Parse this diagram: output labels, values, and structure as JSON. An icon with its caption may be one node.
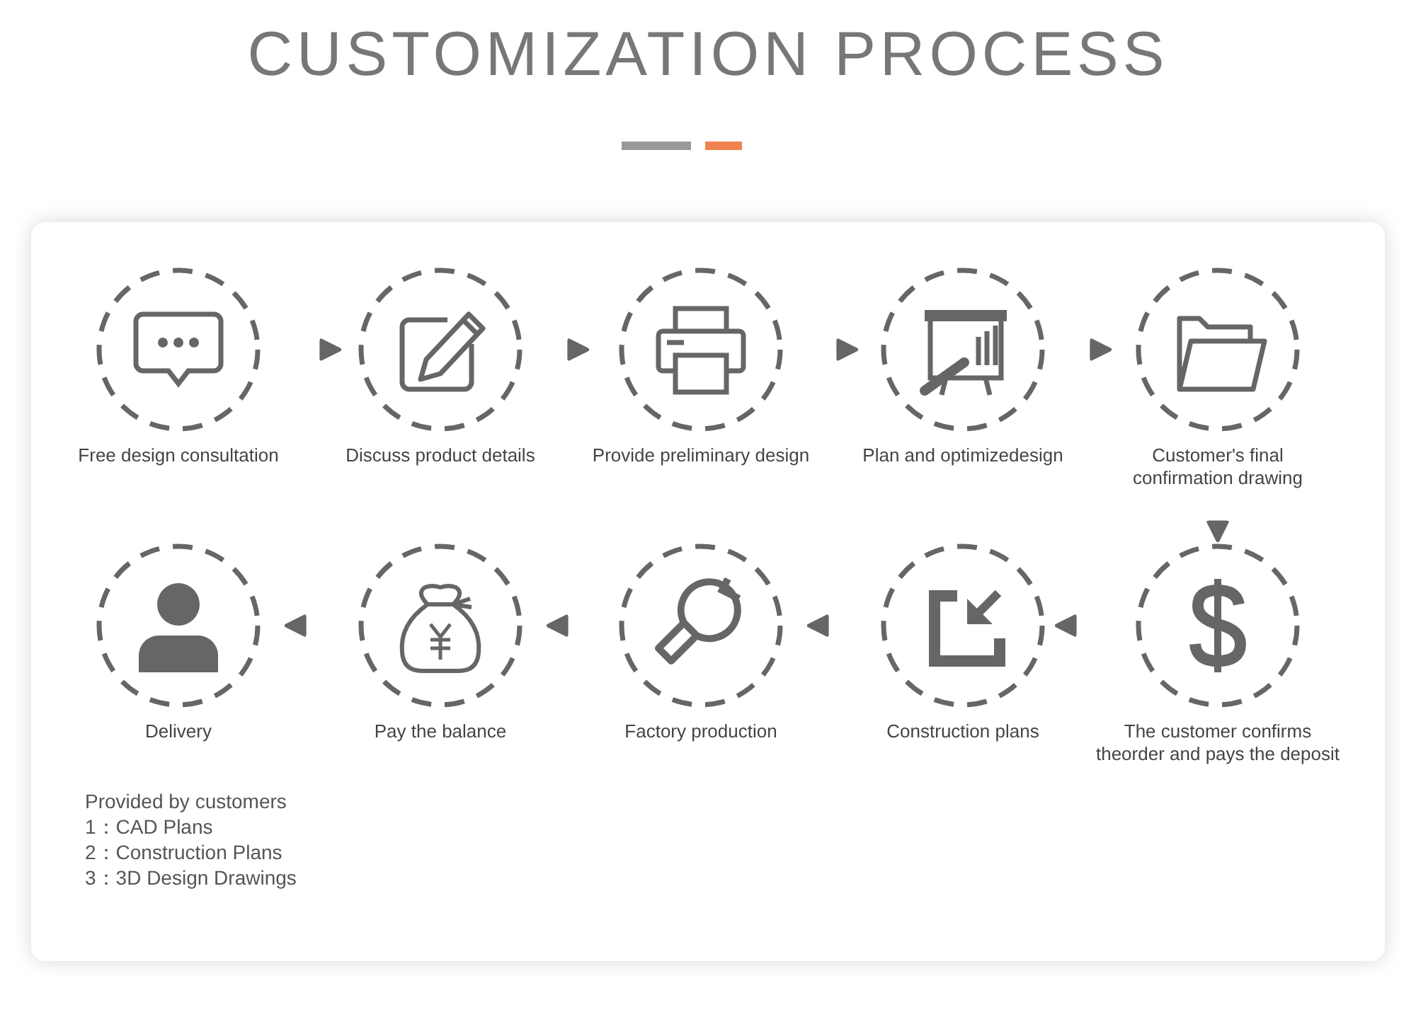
{
  "diagram": {
    "title": "CUSTOMIZATION PROCESS",
    "nodes": [
      {
        "text": [
          "Free design consultation"
        ]
      },
      {
        "text": [
          "Discuss product details"
        ]
      },
      {
        "text": [
          "Provide preliminary design"
        ]
      },
      {
        "text": [
          "Plan and optimizedesign"
        ]
      },
      {
        "text": [
          "Customer's final confirmation drawing"
        ]
      },
      {
        "text": [
          "Delivery"
        ]
      },
      {
        "text": [
          "Pay the balance"
        ]
      },
      {
        "text": [
          "Factory production"
        ]
      },
      {
        "text": [
          "Construction plans"
        ]
      },
      {
        "text": [
          "The customer confirms theorder and pays the deposit"
        ]
      }
    ],
    "edges": [
      {
        "from": 0,
        "to": 1,
        "arrow": "to"
      },
      {
        "from": 1,
        "to": 2,
        "arrow": "to"
      },
      {
        "from": 2,
        "to": 3,
        "arrow": "to"
      },
      {
        "from": 3,
        "to": 4,
        "arrow": "to"
      },
      {
        "from": 4,
        "to": 9,
        "arrow": "to"
      },
      {
        "from": 9,
        "to": 8,
        "arrow": "to"
      },
      {
        "from": 8,
        "to": 7,
        "arrow": "to"
      },
      {
        "from": 7,
        "to": 6,
        "arrow": "to"
      },
      {
        "from": 6,
        "to": 5,
        "arrow": "to"
      }
    ],
    "labels": [
      "Provided by customers",
      "1：CAD Plans",
      "2：Construction Plans",
      "3：3D Design Drawings"
    ]
  }
}
